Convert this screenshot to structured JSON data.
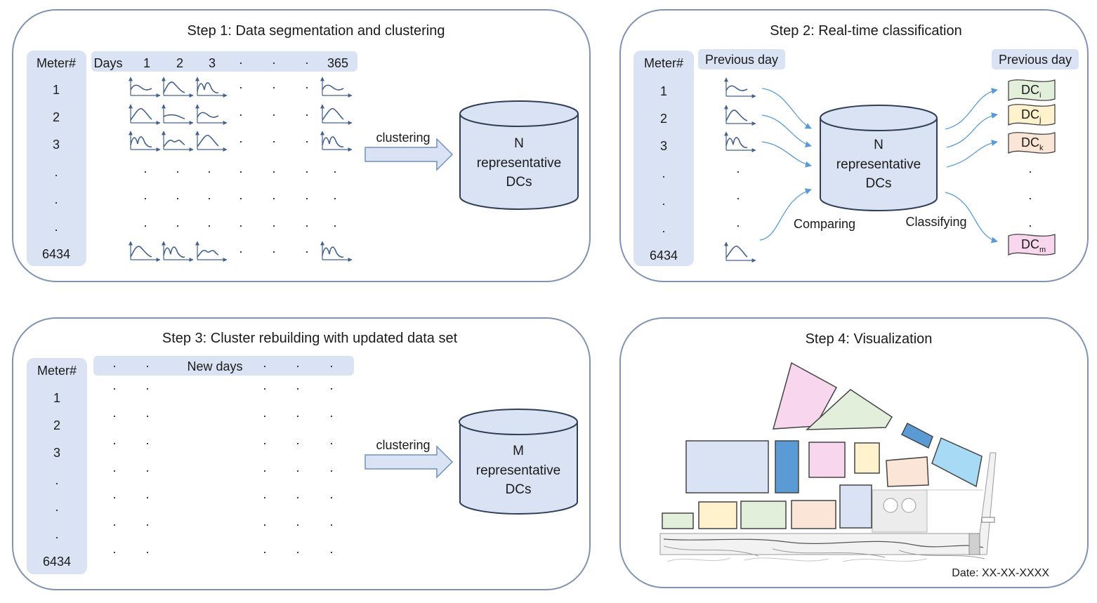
{
  "step1": {
    "title": "Step 1: Data segmentation and clustering",
    "meter_header": "Meter#",
    "meters": [
      "1",
      "2",
      "3",
      ".",
      ".",
      ".",
      "6434"
    ],
    "days_label": "Days",
    "day_numbers": [
      "1",
      "2",
      "3"
    ],
    "last_day": "365",
    "arrow_label": "clustering",
    "db_lines": [
      "N",
      "representative",
      "DCs"
    ]
  },
  "step2": {
    "title": "Step 2: Real-time classification",
    "meter_header": "Meter#",
    "meters": [
      "1",
      "2",
      "3",
      ".",
      ".",
      ".",
      "6434"
    ],
    "input_header": "Previous day",
    "output_header": "Previous day",
    "db_lines": [
      "N",
      "representative",
      "DCs"
    ],
    "comparing_label": "Comparing",
    "classifying_label": "Classifying",
    "classes": [
      {
        "base": "DC",
        "sub": "i",
        "color": "#e2efda"
      },
      {
        "base": "DC",
        "sub": "j",
        "color": "#fff2cc"
      },
      {
        "base": "DC",
        "sub": "k",
        "color": "#fbe5d6"
      },
      {
        "base": "DC",
        "sub": "m",
        "color": "#f8d7ee"
      }
    ]
  },
  "step3": {
    "title": "Step 3: Cluster rebuilding with updated data set",
    "meter_header": "Meter#",
    "meters": [
      "1",
      "2",
      "3",
      ".",
      ".",
      ".",
      "6434"
    ],
    "days_label": "New days",
    "arrow_label": "clustering",
    "db_lines": [
      "M",
      "representative",
      "DCs"
    ]
  },
  "step4": {
    "title": "Step 4: Visualization",
    "date_label": "Date: XX-XX-XXXX"
  },
  "colors": {
    "frame": "#8093b3",
    "header_fill": "#dae3f3",
    "db_fill": "#dae3f3",
    "db_stroke": "#2f3f5a",
    "arrow_fill": "#dae3f3",
    "arrow_stroke": "#6f8fc0",
    "curve": "#44618c",
    "flow_arrow": "#5b9bd5"
  }
}
